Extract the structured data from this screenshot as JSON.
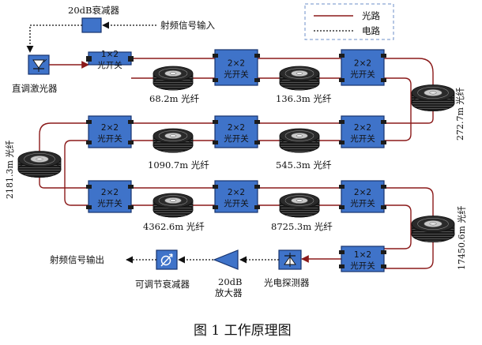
{
  "colors": {
    "fiber": "#8b1a1a",
    "box_fill": "#3f73c9",
    "box_stroke": "#17336e",
    "port": "#1c1c1c",
    "legend_border": "#6d8fc8"
  },
  "legend": {
    "optical": "光路",
    "electrical": "电路"
  },
  "attenuator_20db": "20dB衰减器",
  "rf_input": "射频信号输入",
  "laser": "直调激光器",
  "switches": {
    "s1": [
      "1×2",
      "光开关"
    ],
    "s2": [
      "2×2",
      "光开关"
    ],
    "s3": [
      "2×2",
      "光开关"
    ],
    "s4": [
      "2×2",
      "光开关"
    ],
    "s5": [
      "2×2",
      "光开关"
    ],
    "s6": [
      "2×2",
      "光开关"
    ],
    "s7": [
      "2×2",
      "光开关"
    ],
    "s8": [
      "2×2",
      "光开关"
    ],
    "s9": [
      "2×2",
      "光开关"
    ],
    "s10": [
      "1×2",
      "光开关"
    ]
  },
  "fibers": {
    "f1": "68.2m 光纤",
    "f2": "136.3m 光纤",
    "f3": "272.7m 光纤",
    "f4": "545.3m 光纤",
    "f5": "1090.7m 光纤",
    "f6": "2181.3m 光纤",
    "f7": "4362.6m 光纤",
    "f8": "8725.3m 光纤",
    "f9": "17450.6m 光纤"
  },
  "photodetector": "光电探测器",
  "amplifier": [
    "20dB",
    "放大器"
  ],
  "variable_attenuator": "可调节衰减器",
  "rf_output": "射频信号输出",
  "caption": "图 1  工作原理图"
}
